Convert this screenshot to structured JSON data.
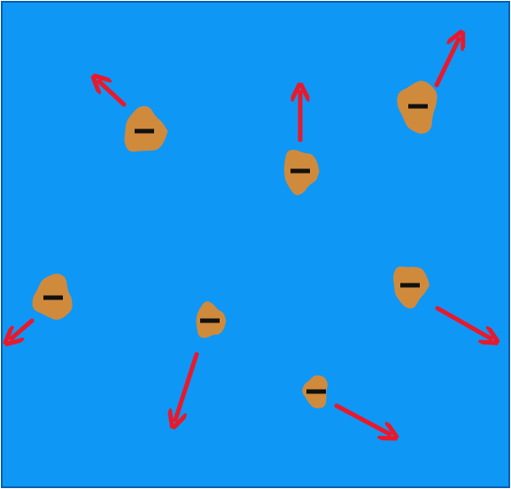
{
  "diagram": {
    "background_color": "#0f97f5",
    "border_color": "#0a5fae",
    "particle_color": "#d08a3c",
    "charge_symbol": "−",
    "charge_color": "#111111",
    "arrow_color": "#e8192c",
    "particles": [
      {
        "id": "particle-1",
        "charge": "negative",
        "motion": "up-left"
      },
      {
        "id": "particle-2",
        "charge": "negative",
        "motion": "up"
      },
      {
        "id": "particle-3",
        "charge": "negative",
        "motion": "up-right"
      },
      {
        "id": "particle-4",
        "charge": "negative",
        "motion": "down-left"
      },
      {
        "id": "particle-5",
        "charge": "negative",
        "motion": "down-left"
      },
      {
        "id": "particle-6",
        "charge": "negative",
        "motion": "down-right"
      },
      {
        "id": "particle-7",
        "charge": "negative",
        "motion": "down-right"
      }
    ]
  }
}
